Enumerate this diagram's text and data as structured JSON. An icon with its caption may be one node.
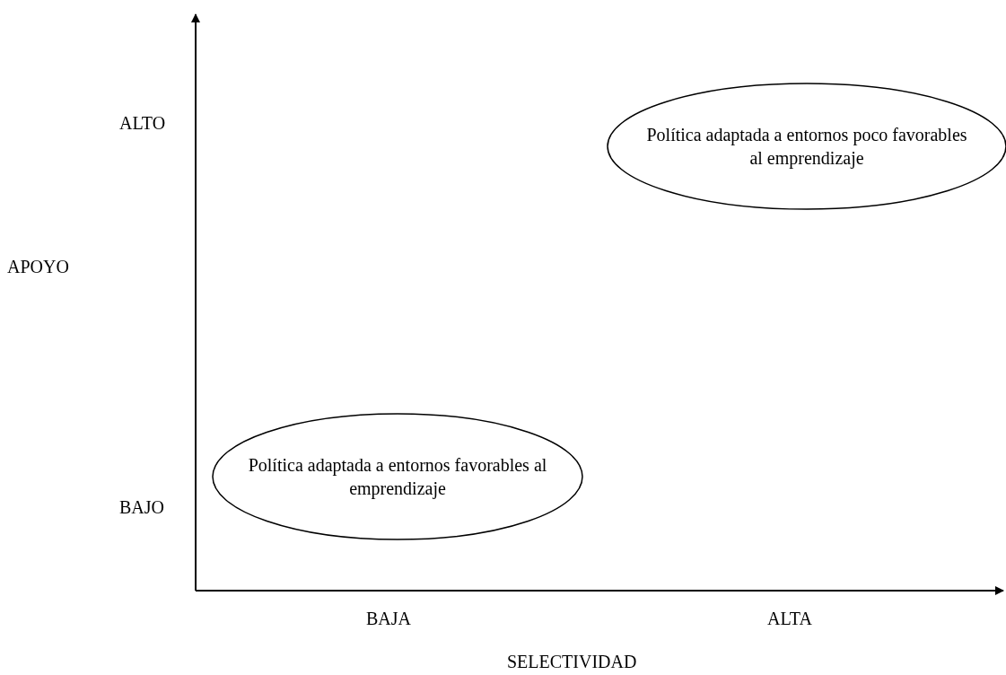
{
  "diagram": {
    "nodes": [
      {
        "text": [
          "Política adaptada a entornos poco favorables al emprendizaje"
        ]
      },
      {
        "text": [
          "Política adaptada a entornos favorables al emprendizaje"
        ]
      }
    ],
    "labels": [
      "ALTO",
      "APOYO",
      "BAJO",
      "BAJA",
      "ALTA",
      "SELECTIVIDAD"
    ]
  }
}
